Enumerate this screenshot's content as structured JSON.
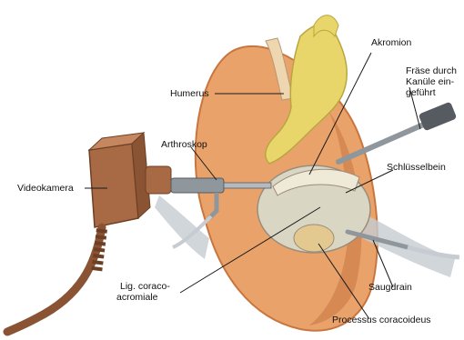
{
  "labels": {
    "akromion": "Akromion",
    "fraese_line1": "Fräse durch",
    "fraese_line2": "Kanüle ein-",
    "fraese_line3": "geführt",
    "humerus": "Humerus",
    "arthroskop": "Arthroskop",
    "schluesselbein": "Schlüsselbein",
    "videokamera": "Videokamera",
    "lig_line1": "Lig. coraco-",
    "lig_line2": "acromiale",
    "saugdrain": "Saugdrain",
    "processus": "Processus coracoideus"
  },
  "colors": {
    "skin": "#e9a36a",
    "skin_shadow": "#c9753f",
    "glove": "#e8d66a",
    "camera": "#a76a45",
    "instrument": "#8f969c",
    "tissue": "#d9d6c4",
    "leader": "#1a1a1a"
  }
}
